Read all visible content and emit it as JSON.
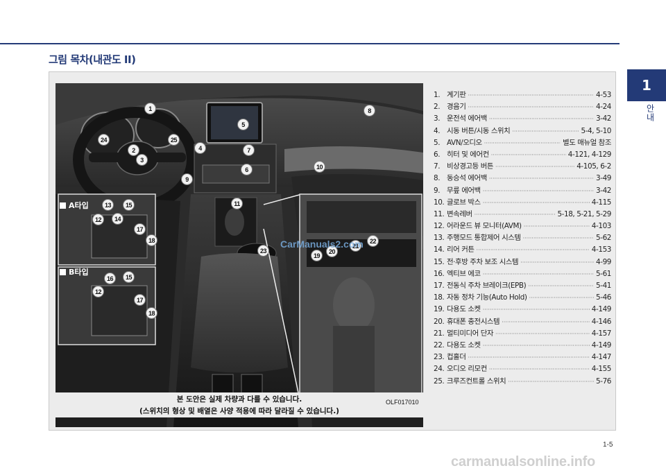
{
  "header": {
    "title": "그림 목차(내관도 II)"
  },
  "chapter": {
    "number": "1",
    "label": "안내"
  },
  "figure": {
    "type_a_label": "A타입",
    "type_b_label": "B타입",
    "callouts_main": [
      "1",
      "2",
      "3",
      "4",
      "5",
      "6",
      "7",
      "8",
      "9",
      "10",
      "11",
      "23",
      "24",
      "25"
    ],
    "callouts_type_a": [
      "12",
      "13",
      "14",
      "15",
      "17",
      "18"
    ],
    "callouts_type_b": [
      "12",
      "15",
      "16",
      "17",
      "18"
    ],
    "callouts_console": [
      "19",
      "20",
      "21",
      "22"
    ],
    "caption_line1": "본 도안은 실제 차량과 다를 수 있습니다.",
    "caption_line2": "(스위치의 형상 및 배열은 사양 적용에 따라 달라질 수 있습니다.)",
    "photo_code": "OLF017010",
    "watermark": "CarManuals2.com"
  },
  "toc": [
    {
      "num": "1.",
      "label": "계기판",
      "page": "4-53"
    },
    {
      "num": "2.",
      "label": "경음기",
      "page": "4-24"
    },
    {
      "num": "3.",
      "label": "운전석 에어백",
      "page": "3-42"
    },
    {
      "num": "4.",
      "label": "시동 버튼/시동 스위치",
      "page": "5-4, 5-10"
    },
    {
      "num": "5.",
      "label": "AVN/오디오",
      "page": "별도 매뉴얼 참조"
    },
    {
      "num": "6.",
      "label": "히터 및 에어컨",
      "page": "4-121, 4-129"
    },
    {
      "num": "7.",
      "label": "비상경고등 버튼",
      "page": "4-105, 6-2"
    },
    {
      "num": "8.",
      "label": "동승석 에어백",
      "page": "3-49"
    },
    {
      "num": "9.",
      "label": "무릎 에어백",
      "page": "3-42"
    },
    {
      "num": "10.",
      "label": "글로브 박스",
      "page": "4-115"
    },
    {
      "num": "11.",
      "label": "변속레버",
      "page": "5-18, 5-21, 5-29"
    },
    {
      "num": "12.",
      "label": "어라운드 뷰 모니터(AVM)",
      "page": "4-103"
    },
    {
      "num": "13.",
      "label": "주행모드 통합제어 시스템",
      "page": "5-62"
    },
    {
      "num": "14.",
      "label": "리어 커튼",
      "page": "4-153"
    },
    {
      "num": "15.",
      "label": "전·후방 주차 보조 시스템",
      "page": "4-99"
    },
    {
      "num": "16.",
      "label": "엑티브 에코",
      "page": "5-61"
    },
    {
      "num": "17.",
      "label": "전동식 주차 브레이크(EPB)",
      "page": "5-41"
    },
    {
      "num": "18.",
      "label": "자동 정차 기능(Auto Hold)",
      "page": "5-46"
    },
    {
      "num": "19.",
      "label": "다용도 소켓",
      "page": "4-149"
    },
    {
      "num": "20.",
      "label": "휴대폰 충전시스템",
      "page": "4-146"
    },
    {
      "num": "21.",
      "label": "멀티미디어 단자",
      "page": "4-157"
    },
    {
      "num": "22.",
      "label": "다용도 소켓",
      "page": "4-149"
    },
    {
      "num": "23.",
      "label": "컵홀더",
      "page": "4-147"
    },
    {
      "num": "24.",
      "label": "오디오 리모컨",
      "page": "4-155"
    },
    {
      "num": "25.",
      "label": "크루즈컨트롤 스위치",
      "page": "5-76"
    }
  ],
  "footer": {
    "page_number": "1-5",
    "site_watermark": "carmanualsonline.info"
  },
  "colors": {
    "brand": "#233a77",
    "panel": "#ececec"
  }
}
